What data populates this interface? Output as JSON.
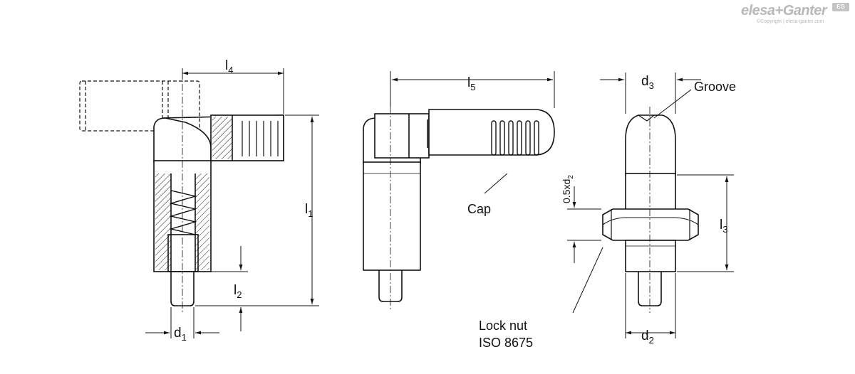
{
  "brand": {
    "name": "elesa+Ganter",
    "copyright": "©Copyright | elesa-ganter.com",
    "badge": "EG"
  },
  "dimensions": {
    "l4": {
      "main": "l",
      "sub": "4"
    },
    "l5": {
      "main": "l",
      "sub": "5"
    },
    "l1": {
      "main": "l",
      "sub": "1"
    },
    "l2": {
      "main": "l",
      "sub": "2"
    },
    "l3": {
      "main": "l",
      "sub": "3"
    },
    "d1": {
      "main": "d",
      "sub": "1"
    },
    "d2": {
      "main": "d",
      "sub": "2"
    },
    "d3": {
      "main": "d",
      "sub": "3"
    },
    "half_d2": {
      "main": "0.5xd",
      "sub": "2"
    }
  },
  "callouts": {
    "groove": "Groove",
    "cap": "Cap",
    "lock_nut_line1": "Lock nut",
    "lock_nut_line2": "ISO 8675"
  },
  "colors": {
    "line": "#111111",
    "hatch": "#222222",
    "brand": "#b8b8b8"
  }
}
